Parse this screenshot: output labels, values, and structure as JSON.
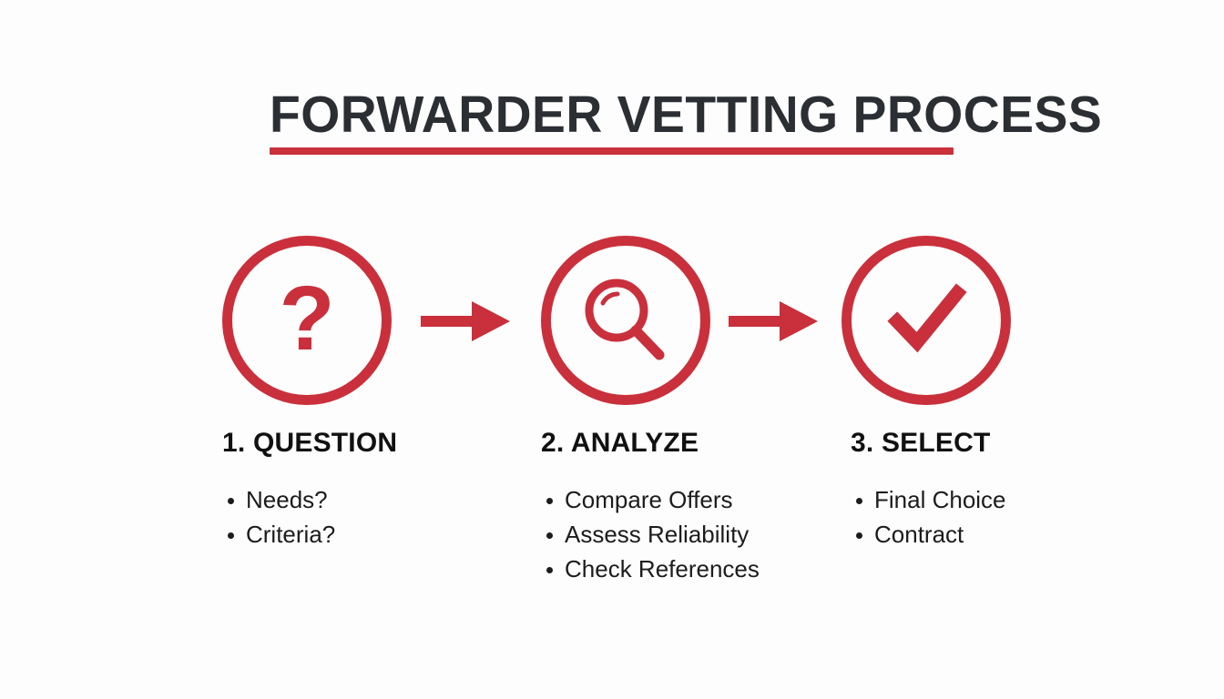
{
  "slide": {
    "title": "FORWARDER VETTING PROCESS",
    "background_color": "#fdfdfd",
    "accent_color": "#c9303c",
    "title_color": "#2b2f33",
    "text_color": "#1c1c1c"
  },
  "flow": {
    "nodes": [
      {
        "icon": "question-mark-icon",
        "glyph": "?"
      },
      {
        "icon": "magnifier-icon",
        "glyph": ""
      },
      {
        "icon": "check-mark-icon",
        "glyph": ""
      }
    ],
    "connectors": [
      {
        "icon": "arrow-right-icon"
      },
      {
        "icon": "arrow-right-icon"
      }
    ]
  },
  "steps": [
    {
      "heading": "1. QUESTION",
      "bullets": [
        "Needs?",
        "Criteria?"
      ]
    },
    {
      "heading": "2. ANALYZE",
      "bullets": [
        "Compare Offers",
        "Assess Reliability",
        "Check References"
      ]
    },
    {
      "heading": "3. SELECT",
      "bullets": [
        "Final Choice",
        "Contract"
      ]
    }
  ]
}
